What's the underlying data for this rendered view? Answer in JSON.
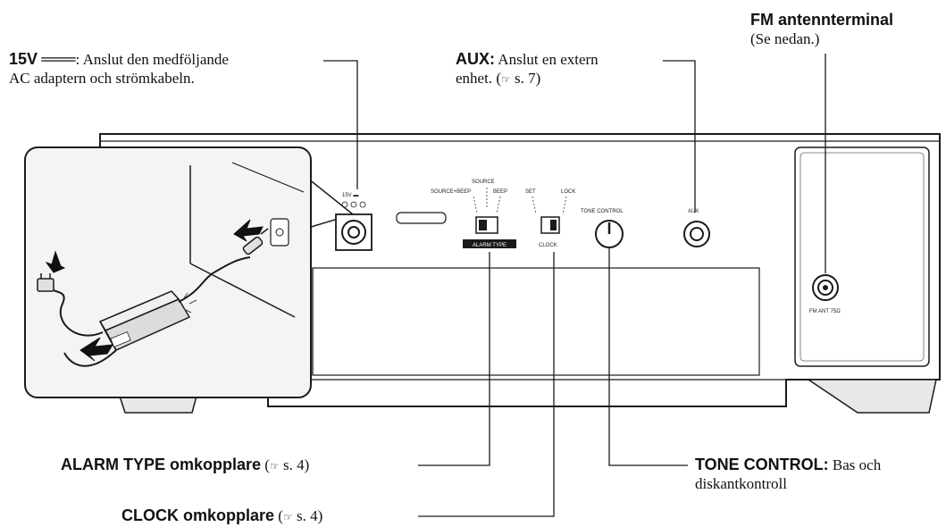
{
  "callouts": {
    "power": {
      "term": "15V",
      "symbol": "═══",
      "text_line1": ": Anslut den medföljande",
      "text_line2": "AC adaptern och strömkabeln."
    },
    "aux": {
      "term": "AUX:",
      "text_line1": " Anslut en extern",
      "text_line2_pre": "enhet. (",
      "ref_icon": "☞",
      "text_line2_post": " s. 7)"
    },
    "fm": {
      "term": "FM antennterminal",
      "text_line2": "(Se nedan.)"
    },
    "alarm": {
      "term": "ALARM TYPE omkopplare",
      "pre": " (",
      "ref_icon": "☞",
      "post": " s. 4)"
    },
    "clock": {
      "term": "CLOCK omkopplare",
      "pre": " (",
      "ref_icon": "☞",
      "post": " s. 4)"
    },
    "tone": {
      "term": "TONE CONTROL:",
      "text_line1": " Bas och",
      "text_line2": "diskantkontroll"
    }
  },
  "panel_labels": {
    "dc_in": "15V ▬",
    "source": "SOURCE",
    "source_beep": "SOURCE+BEEP",
    "beep": "BEEP",
    "set": "SET",
    "lock": "LOCK",
    "tone_control": "TONE CONTROL",
    "aux": "AUX",
    "alarm_type": "ALARM TYPE",
    "clock": "CLOCK",
    "fm_ant": "FM ANT 75Ω"
  }
}
